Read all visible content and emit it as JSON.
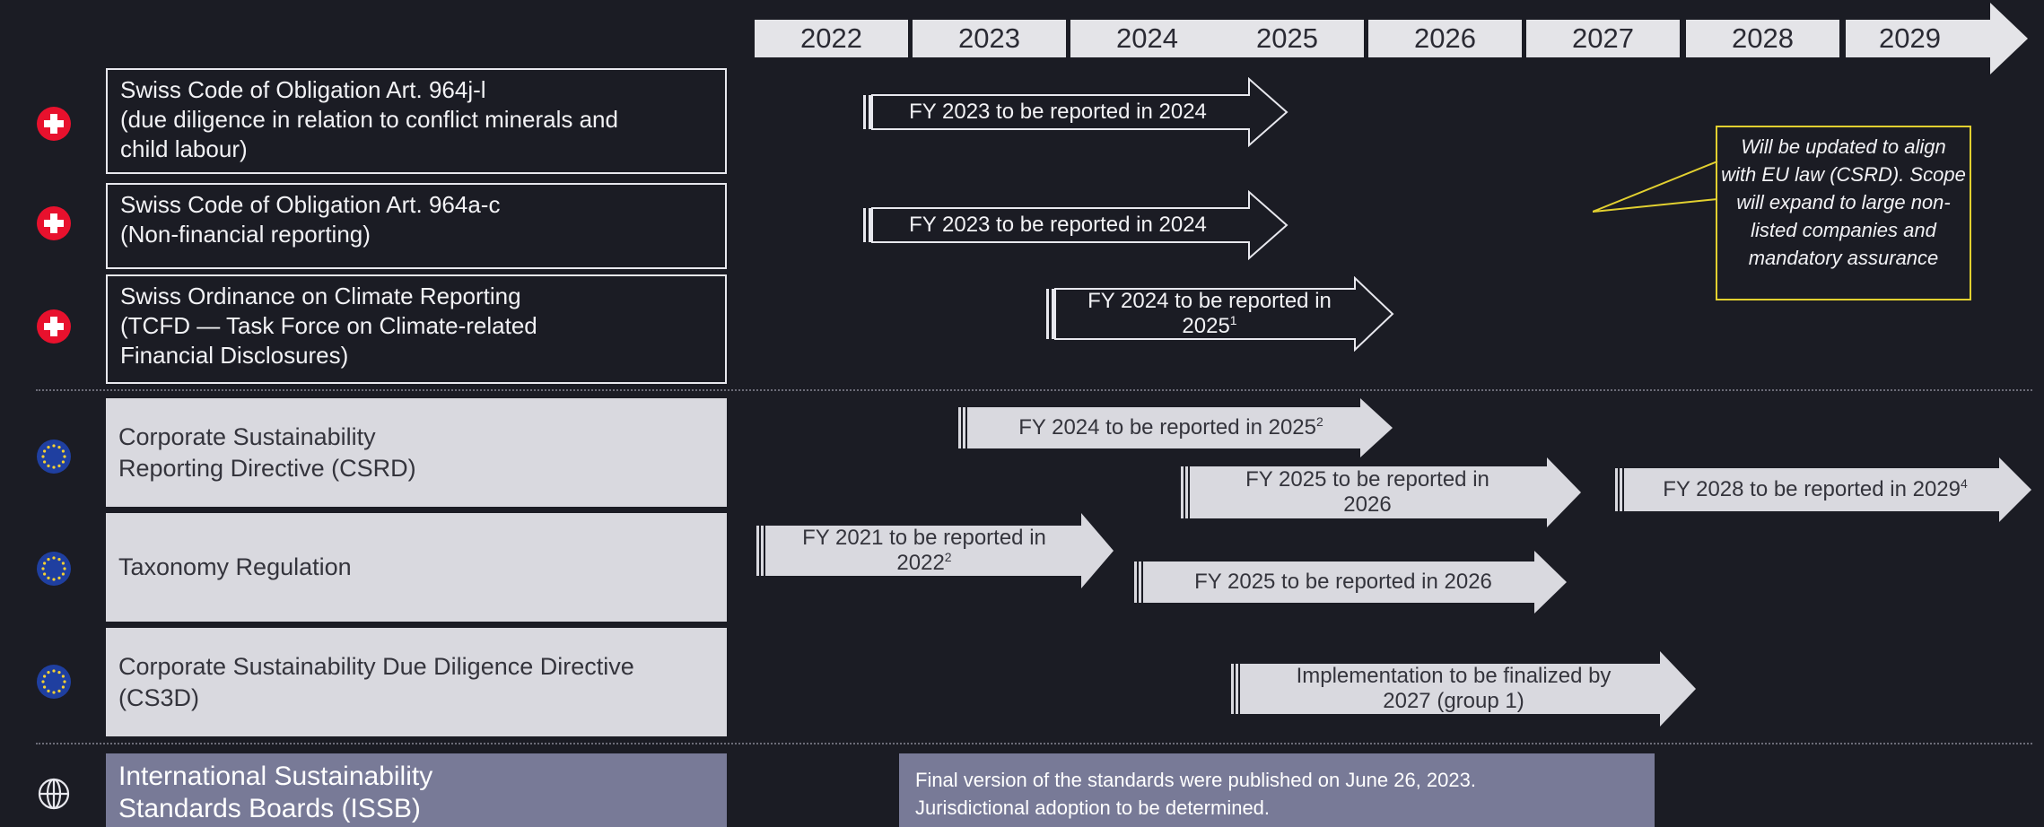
{
  "timeline": {
    "years": [
      "2022",
      "2023",
      "2024",
      "2025",
      "2026",
      "2027",
      "2028",
      "2029"
    ]
  },
  "rows": [
    {
      "icon": "swiss-flag-icon",
      "lines": [
        "Swiss Code of Obligation Art. 964j-l",
        "(due diligence in relation to conflict minerals and",
        "child labour)"
      ]
    },
    {
      "icon": "swiss-flag-icon",
      "lines": [
        "Swiss Code of Obligation Art. 964a-c",
        "(Non-financial reporting)"
      ]
    },
    {
      "icon": "swiss-flag-icon",
      "lines": [
        "Swiss Ordinance on Climate Reporting",
        "(TCFD — Task Force on Climate-related",
        "Financial Disclosures)"
      ]
    },
    {
      "icon": "eu-flag-icon",
      "lines": [
        "Corporate Sustainability",
        "Reporting Directive (CSRD)"
      ]
    },
    {
      "icon": "eu-flag-icon",
      "lines": [
        "Taxonomy Regulation"
      ]
    },
    {
      "icon": "eu-flag-icon",
      "lines": [
        "Corporate Sustainability Due Diligence Directive",
        "(CS3D)"
      ]
    },
    {
      "icon": "globe-icon",
      "lines": [
        "International Sustainability",
        "Standards Boards (ISSB)"
      ]
    }
  ],
  "arrows": [
    {
      "lines": [
        "FY 2023 to be reported in 2024"
      ]
    },
    {
      "lines": [
        "FY 2023 to be reported in 2024"
      ]
    },
    {
      "lines": [
        "FY 2024 to be reported in",
        "2025"
      ],
      "sup": "1"
    },
    {
      "lines": [
        "FY 2024 to be reported in 2025"
      ],
      "sup": "2"
    },
    {
      "lines": [
        "FY 2025 to be reported in",
        "2026"
      ]
    },
    {
      "lines": [
        "FY 2028 to be reported in 2029"
      ],
      "sup": "4"
    },
    {
      "lines": [
        "FY 2021 to be reported in",
        "2022"
      ],
      "sup": "2"
    },
    {
      "lines": [
        "FY 2025 to be reported in 2026"
      ]
    },
    {
      "lines": [
        "Implementation to be finalized by",
        "2027 (group 1)"
      ]
    }
  ],
  "callout": {
    "lines": [
      "Will be updated to align",
      "with EU law (CSRD). Scope",
      "will expand to large non-",
      "listed companies and",
      "mandatory assurance"
    ]
  },
  "issb_note": {
    "lines": [
      "Final version of the standards were published on June 26, 2023.",
      "Jurisdictional adoption to be determined."
    ]
  },
  "colors": {
    "background": "#1b1c24",
    "swiss_red": "#e8112d",
    "eu_blue": "#1f3fa0",
    "callout_border": "#e2d030",
    "light_box": "#d9d9df",
    "issb_box": "#787a97"
  }
}
